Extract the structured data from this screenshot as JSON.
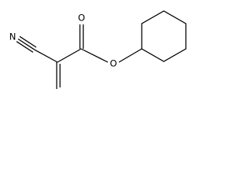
{
  "molecule": {
    "atoms": {
      "nitrogen": "N",
      "carbonyl_oxygen": "O",
      "ester_oxygen": "O"
    }
  }
}
